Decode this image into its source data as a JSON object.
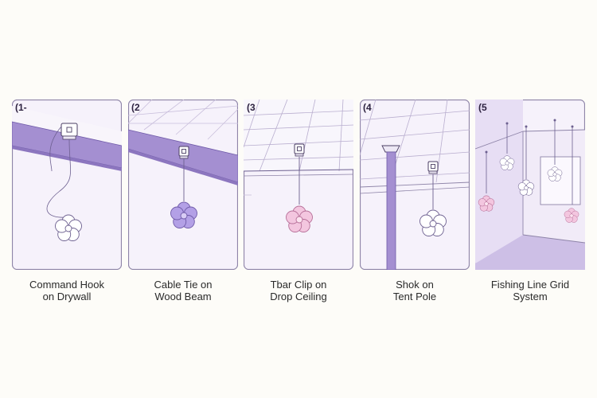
{
  "panels": [
    {
      "number": "(1-",
      "line1": "Command Hook",
      "line2": "on Drywall"
    },
    {
      "number": "(2",
      "line1": "Cable Tie on",
      "line2": "Wood Beam"
    },
    {
      "number": "(3",
      "line1": "Tbar Clip on",
      "line2": "Drop Ceiling"
    },
    {
      "number": "(4",
      "line1": "Shok on",
      "line2": "Tent Pole"
    },
    {
      "number": "(5",
      "line1": "Fishing Line Grid",
      "line2": "System"
    }
  ],
  "colors": {
    "panel_bg": "#f3eef9",
    "border": "#8e84a8",
    "beam": "#a48fd1",
    "flower_white": "#ffffff",
    "flower_purple": "#a892e0",
    "flower_pink": "#f0c2dd"
  }
}
